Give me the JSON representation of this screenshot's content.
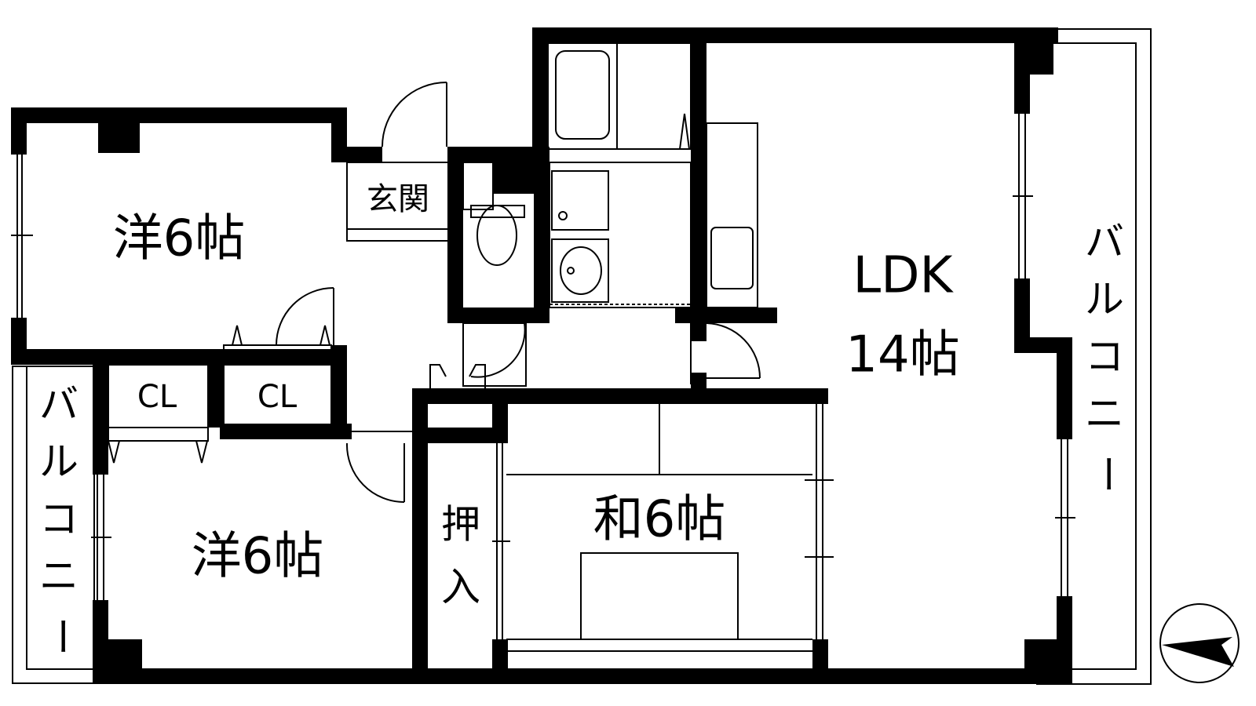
{
  "colors": {
    "wall": "#000000",
    "background": "#ffffff",
    "line": "#000000"
  },
  "rooms": {
    "western_room_1": "洋6帖",
    "western_room_2": "洋6帖",
    "ldk_line1": "LDK",
    "ldk_line2": "14帖",
    "japanese_room": "和6帖",
    "entrance": "玄関",
    "closet_1": "CL",
    "closet_2": "CL",
    "oshiire": [
      "押",
      "入"
    ],
    "balcony_right": [
      "バ",
      "ル",
      "コ",
      "ニ",
      "ー"
    ],
    "balcony_left": [
      "バ",
      "ル",
      "コ",
      "ニ",
      "ー"
    ]
  },
  "icons": [
    "compass-north-arrow-icon",
    "bathtub-icon",
    "toilet-icon",
    "washbasin-icon",
    "kitchen-sink-icon"
  ]
}
